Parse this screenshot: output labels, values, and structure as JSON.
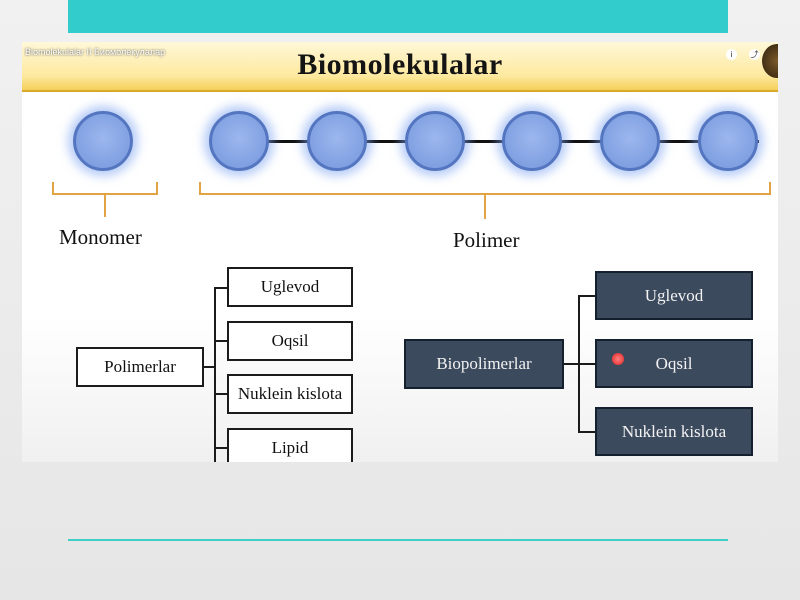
{
  "video": {
    "title": "Biomolekulalar II Биомолекулалар"
  },
  "slide": {
    "title": "Biomolekulalar",
    "monomer_label": "Monomer",
    "polimer_label": "Polimer",
    "left_tree": {
      "root": "Polimerlar",
      "children": [
        "Uglevod",
        "Oqsil",
        "Nuklein kislota",
        "Lipid"
      ]
    },
    "right_tree": {
      "root": "Biopolimerlar",
      "children": [
        "Uglevod",
        "Oqsil",
        "Nuklein kislota"
      ]
    }
  },
  "colors": {
    "top_band": "#33cccc",
    "header_gold": "#f4cf5a",
    "circle_fill": "#7f9ee0",
    "brace": "#e0a445",
    "dark_box": "#3c4a5e"
  },
  "icons": [
    "info-icon",
    "share-icon",
    "channel-logo"
  ]
}
